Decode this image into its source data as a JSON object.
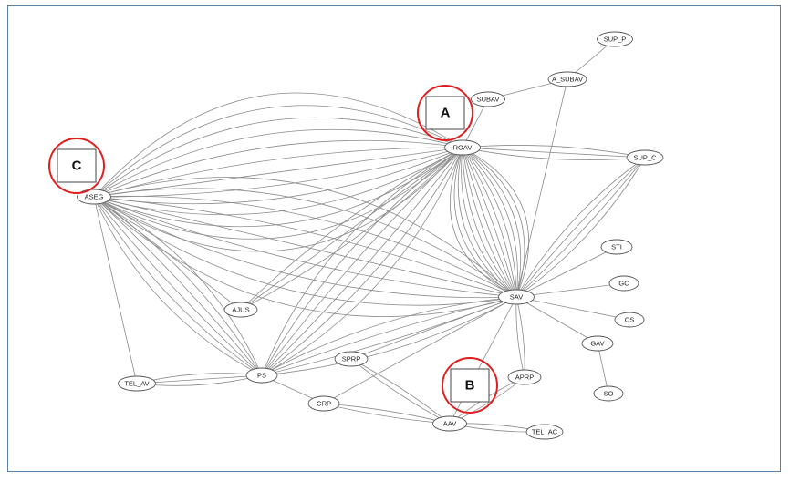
{
  "colors": {
    "frame": "#5b7fa8",
    "edge": "#8c8c8c",
    "node_stroke": "#555555",
    "marker_circle": "#e02020"
  },
  "nodes": [
    {
      "id": "SUP_P",
      "label": "SUP_P"
    },
    {
      "id": "A_SUBAV",
      "label": "A_SUBAV"
    },
    {
      "id": "SUBAV",
      "label": "SUBAV"
    },
    {
      "id": "ROAV",
      "label": "ROAV"
    },
    {
      "id": "SUP_C",
      "label": "SUP_C"
    },
    {
      "id": "ASEG",
      "label": "ASEG"
    },
    {
      "id": "STI",
      "label": "STI"
    },
    {
      "id": "GC",
      "label": "GC"
    },
    {
      "id": "SAV",
      "label": "SAV"
    },
    {
      "id": "CS",
      "label": "CS"
    },
    {
      "id": "AJUS",
      "label": "AJUS"
    },
    {
      "id": "GAV",
      "label": "GAV"
    },
    {
      "id": "SPRP",
      "label": "SPRP"
    },
    {
      "id": "PS",
      "label": "PS"
    },
    {
      "id": "TEL_AV",
      "label": "TEL_AV"
    },
    {
      "id": "APRP",
      "label": "APRP"
    },
    {
      "id": "SO",
      "label": "SO"
    },
    {
      "id": "GRP",
      "label": "GRP"
    },
    {
      "id": "AAV",
      "label": "AAV"
    },
    {
      "id": "TEL_AC",
      "label": "TEL_AC"
    }
  ],
  "edges": [
    {
      "from": "SUP_P",
      "to": "A_SUBAV",
      "count": 1
    },
    {
      "from": "A_SUBAV",
      "to": "SUBAV",
      "count": 1
    },
    {
      "from": "A_SUBAV",
      "to": "SAV",
      "count": 1
    },
    {
      "from": "SUBAV",
      "to": "ROAV",
      "count": 1
    },
    {
      "from": "ROAV",
      "to": "ASEG",
      "count": 13
    },
    {
      "from": "ROAV",
      "to": "SAV",
      "count": 14
    },
    {
      "from": "ROAV",
      "to": "SUP_C",
      "count": 3
    },
    {
      "from": "ROAV",
      "to": "PS",
      "count": 6
    },
    {
      "from": "ROAV",
      "to": "AJUS",
      "count": 3
    },
    {
      "from": "ASEG",
      "to": "SAV",
      "count": 9
    },
    {
      "from": "ASEG",
      "to": "PS",
      "count": 6
    },
    {
      "from": "ASEG",
      "to": "AJUS",
      "count": 1
    },
    {
      "from": "ASEG",
      "to": "TEL_AV",
      "count": 1
    },
    {
      "from": "SUP_C",
      "to": "SAV",
      "count": 4
    },
    {
      "from": "STI",
      "to": "SAV",
      "count": 1
    },
    {
      "from": "GC",
      "to": "SAV",
      "count": 1
    },
    {
      "from": "CS",
      "to": "SAV",
      "count": 1
    },
    {
      "from": "GAV",
      "to": "SAV",
      "count": 1
    },
    {
      "from": "GAV",
      "to": "SO",
      "count": 1
    },
    {
      "from": "SAV",
      "to": "PS",
      "count": 4
    },
    {
      "from": "SAV",
      "to": "SPRP",
      "count": 1
    },
    {
      "from": "SAV",
      "to": "APRP",
      "count": 2
    },
    {
      "from": "SAV",
      "to": "AAV",
      "count": 1
    },
    {
      "from": "SAV",
      "to": "GRP",
      "count": 1
    },
    {
      "from": "PS",
      "to": "TEL_AV",
      "count": 3
    },
    {
      "from": "PS",
      "to": "GRP",
      "count": 1
    },
    {
      "from": "SPRP",
      "to": "AAV",
      "count": 2
    },
    {
      "from": "GRP",
      "to": "AAV",
      "count": 2
    },
    {
      "from": "AAV",
      "to": "APRP",
      "count": 2
    },
    {
      "from": "AAV",
      "to": "TEL_AC",
      "count": 2
    }
  ],
  "markers": [
    {
      "id": "A",
      "label": "A"
    },
    {
      "id": "B",
      "label": "B"
    },
    {
      "id": "C",
      "label": "C"
    }
  ]
}
